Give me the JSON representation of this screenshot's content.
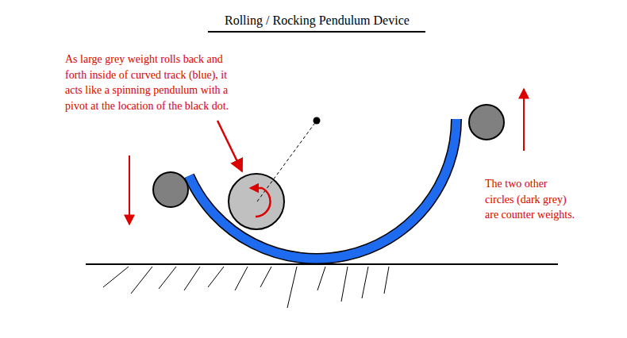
{
  "diagram": {
    "title": "Rolling / Rocking Pendulum Device",
    "labels": [
      "As large grey weight rolls back and forth inside of curved track (blue), it acts like a spinning pendulum with a pivot at the location of the black dot.",
      "The two other circles (dark grey) are counter weights."
    ]
  }
}
